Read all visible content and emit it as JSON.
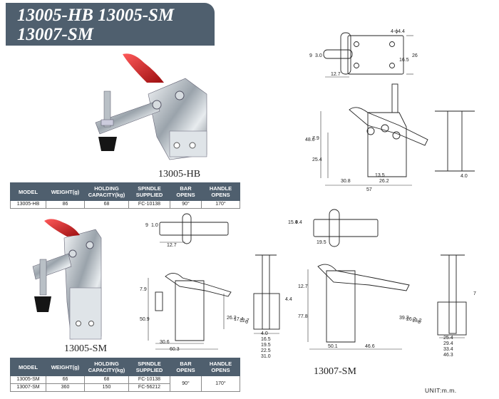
{
  "header": {
    "line1": "13005-HB 13005-SM",
    "line2": "13007-SM"
  },
  "products": {
    "hb_caption": "13005-HB",
    "sm_caption": "13005-SM",
    "sm7_caption": "13007-SM"
  },
  "tables": {
    "columns": [
      "MODEL",
      "WEIGHT(g)",
      "HOLDING CAPACITY(kg)",
      "SPINDLE SUPPLIED",
      "BAR OPENS",
      "HANDLE OPENS"
    ],
    "hb": {
      "rows": [
        [
          "13005-HB",
          "86",
          "68",
          "FC-10138",
          "90°",
          "170°"
        ]
      ]
    },
    "sm": {
      "rows": [
        [
          "13005-SM",
          "66",
          "68",
          "FC-10138"
        ],
        [
          "13007-SM",
          "360",
          "150",
          "FC-56212"
        ]
      ],
      "bar_opens": "90°",
      "handle_opens": "170°"
    }
  },
  "unit": "UNIT:m.m.",
  "drawings": {
    "hb_top": [
      "4-ϕ4.4",
      "9",
      "3.0",
      "16.5",
      "26",
      "12.7"
    ],
    "hb_side": [
      "48.0",
      "7.9",
      "25.4",
      "13.5",
      "26.2",
      "30.8",
      "57"
    ],
    "hb_end": [
      "4.0"
    ],
    "sm5_top": [
      "9",
      "1.0",
      "12.7"
    ],
    "sm5_side": [
      "7.9",
      "50.9",
      "30.6",
      "60.3"
    ],
    "sm5_end": [
      "26.2",
      "17.4",
      "12.7",
      "6",
      "4.0",
      "16.5",
      "19.5",
      "22.5",
      "31.0",
      "4.4"
    ],
    "sm7_top": [
      "15.4",
      "9.4",
      "19.5"
    ],
    "sm7_side": [
      "12.7",
      "77.8",
      "50.1",
      "46.6"
    ],
    "sm7_end": [
      "39.2",
      "26.2",
      "13.2",
      "8",
      "25.4",
      "29.4",
      "33.4",
      "46.3",
      "7"
    ]
  }
}
